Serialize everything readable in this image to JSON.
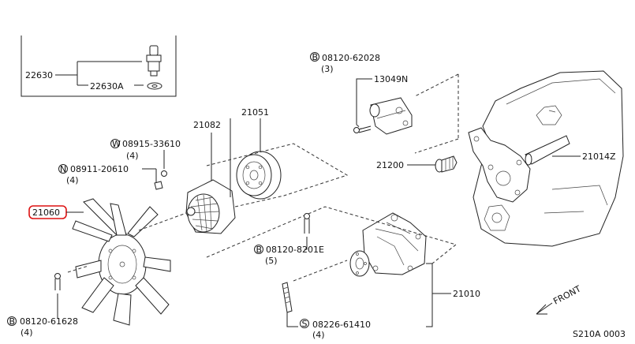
{
  "diagram_id": "S210A 0003",
  "direction_label": "FRONT",
  "inset": {
    "parts": [
      "22630",
      "22630A"
    ]
  },
  "parts": {
    "p21060": "21060",
    "p21082": "21082",
    "p21051": "21051",
    "p13049N": "13049N",
    "p21200": "21200",
    "p21014Z": "21014Z",
    "p21010": "21010"
  },
  "fasteners": [
    {
      "symbol": "W",
      "number": "08915-33610",
      "qty": "(4)"
    },
    {
      "symbol": "N",
      "number": "08911-20610",
      "qty": "(4)"
    },
    {
      "symbol": "B",
      "number": "08120-62028",
      "qty": "(3)"
    },
    {
      "symbol": "B",
      "number": "08120-8201E",
      "qty": "(5)"
    },
    {
      "symbol": "B",
      "number": "08120-61628",
      "qty": "(4)"
    },
    {
      "symbol": "S",
      "number": "08226-61410",
      "qty": "(4)"
    }
  ],
  "highlight": {
    "part": "21060",
    "color": "#d11111"
  }
}
